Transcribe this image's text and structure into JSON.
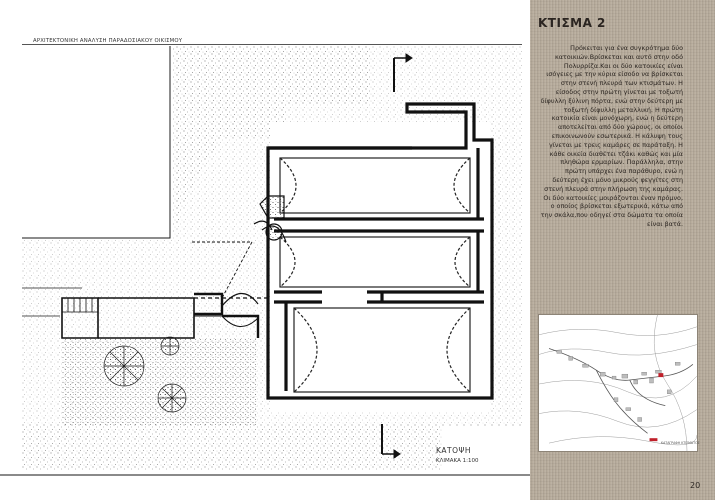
{
  "header": {
    "title": "ΑΡΧΙΤΕΚΤΟΝΙΚΗ ΑΝΑΛΥΣΗ ΠΑΡΑΔΟΣΙΑΚΟΥ ΟΙΚΙΣΜΟΥ"
  },
  "drawing": {
    "caption_title": "ΚΑΤΟΨΗ",
    "caption_scale": "ΚΛΙΜΑΚΑ 1:100",
    "section_markers": [
      "section-marker-top",
      "section-marker-bottom"
    ]
  },
  "panel": {
    "title": "ΚΤΙΣΜΑ 2",
    "description": "Πρόκειται για ένα συγκρότημα δύο κατοικιών.Βρίσκεται και αυτό στην οδό Πολυρρίζα.Και οι δύο κατοικίες είναι ισόγειες με την κύρια είσοδο να βρίσκεται στην στενή πλευρά των κτισμάτων. Η είσοδος στην πρώτη γίνεται με τοξωτή δίφυλλη ξύλινη πόρτα, ενώ στην δεύτερη με τοξωτή δίφυλλη μεταλλική. Η πρώτη κατοικία είναι μονόχωρη, ενώ η δεύτερη αποτελείται από δύο χώρους, οι οποίοι επικοινωνούν εσωτερικά. Η κάλυψη τους γίνεται με τρεις καμάρες σε παράταξη. Η κάθε οικεία διαθέτει τζάκι καθώς και μία πληθώρα ερμαρίων. Παράλληλα, στην πρώτη υπάρχει ένα παράθυρο, ενώ η δεύτερη έχει μόνο μικρούς φεγγίτες στη στενή πλευρά στην πλήρωση της καμάρας. Οι δύο κατοικίες μοιράζονται έναν πρόμνο, ο οποίος βρίσκεται εξωτερικά, κάτω από την σκάλα,που οδηγεί στα δώματα τα οποία είναι βατά.",
    "map_legend": "ΚΑΤΑΓΡΑΦΗ ΚΤΙΣΜΑΤΟΣ",
    "highlight_color": "#c0202a"
  },
  "footer": {
    "page_number": "20"
  },
  "colors": {
    "panel_background": "#b8ad9d",
    "ink": "#1a1a1a"
  }
}
